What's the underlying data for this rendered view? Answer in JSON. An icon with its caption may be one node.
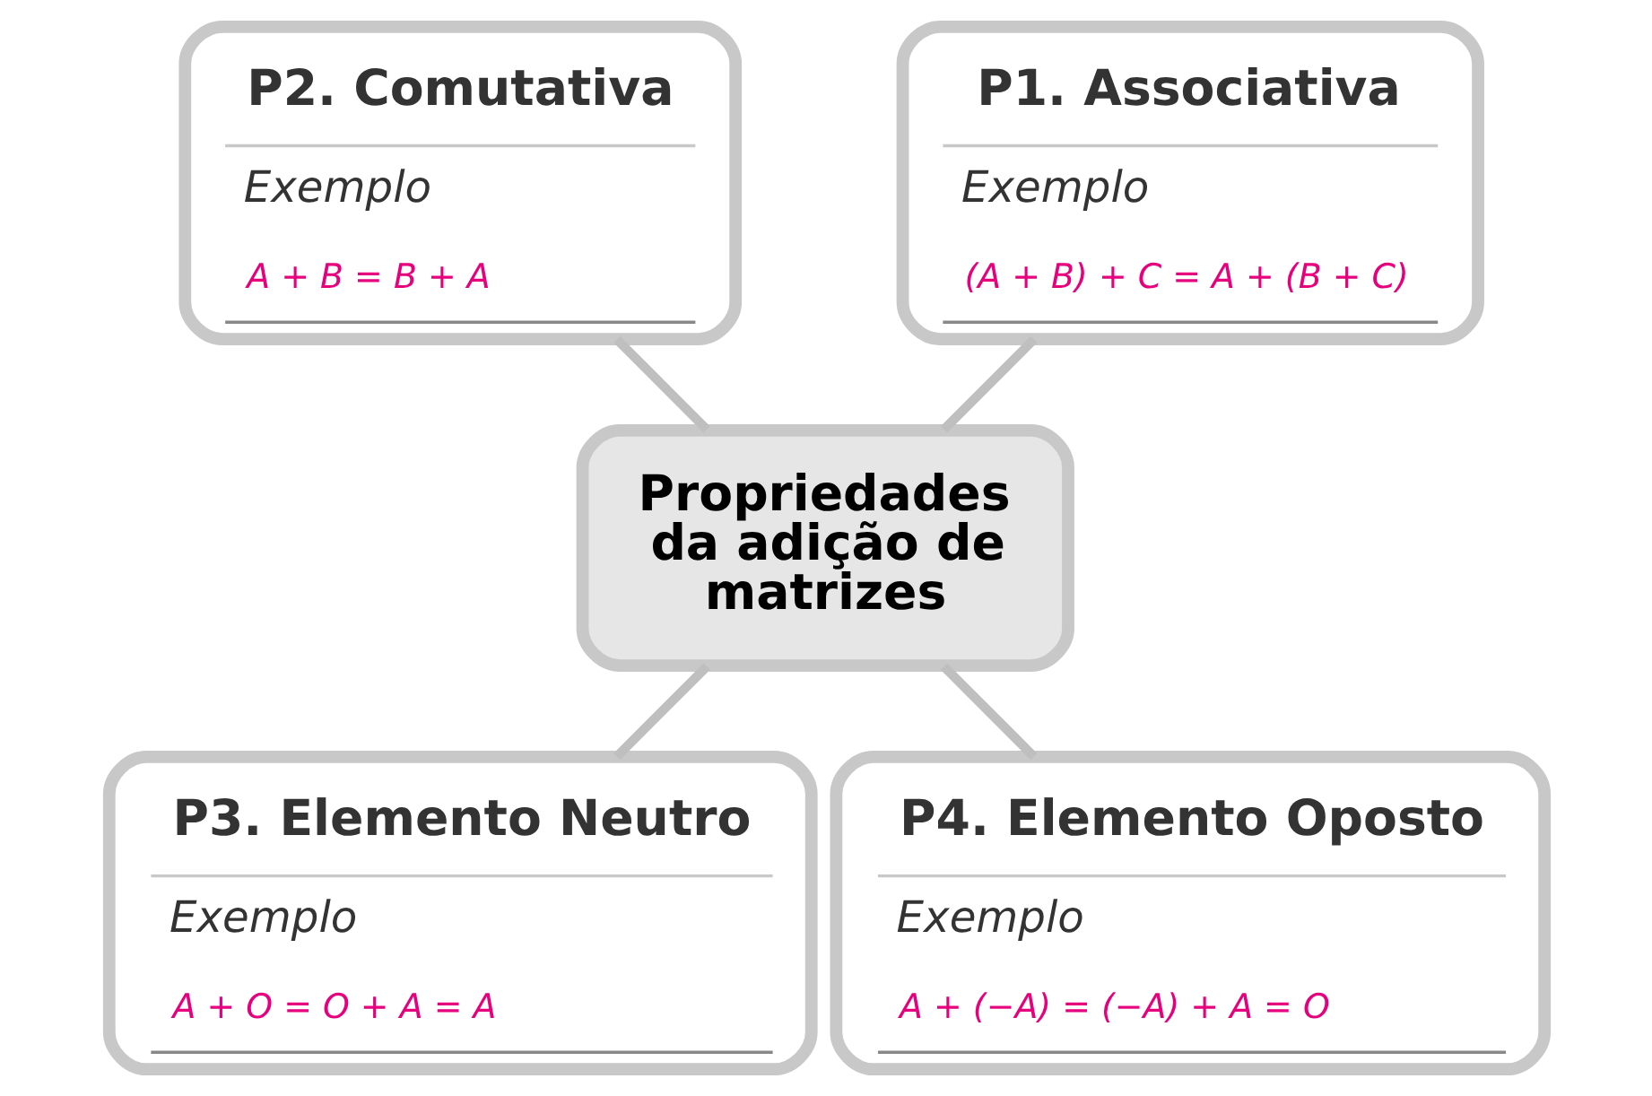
{
  "diagram": {
    "nodes": [
      {
        "text": [
          "P1. Associativa",
          "Exemplo",
          "(A + B) + C = A + (B + C)"
        ]
      },
      {
        "text": [
          "P2. Comutativa",
          "Exemplo",
          "A + B = B + A"
        ]
      },
      {
        "text": [
          "Propriedades da adição de matrizes"
        ]
      },
      {
        "text": [
          "P3. Elemento Neutro",
          "Exemplo",
          "A + O = O + A = A"
        ]
      },
      {
        "text": [
          "P4. Elemento Oposto",
          "Exemplo",
          "A + (−A) = (−A) + A = O"
        ]
      }
    ],
    "edges": [
      {
        "from": 2,
        "to": 0,
        "arrow": "none"
      },
      {
        "from": 2,
        "to": 1,
        "arrow": "none"
      },
      {
        "from": 2,
        "to": 3,
        "arrow": "none"
      },
      {
        "from": 2,
        "to": 4,
        "arrow": "none"
      }
    ]
  }
}
